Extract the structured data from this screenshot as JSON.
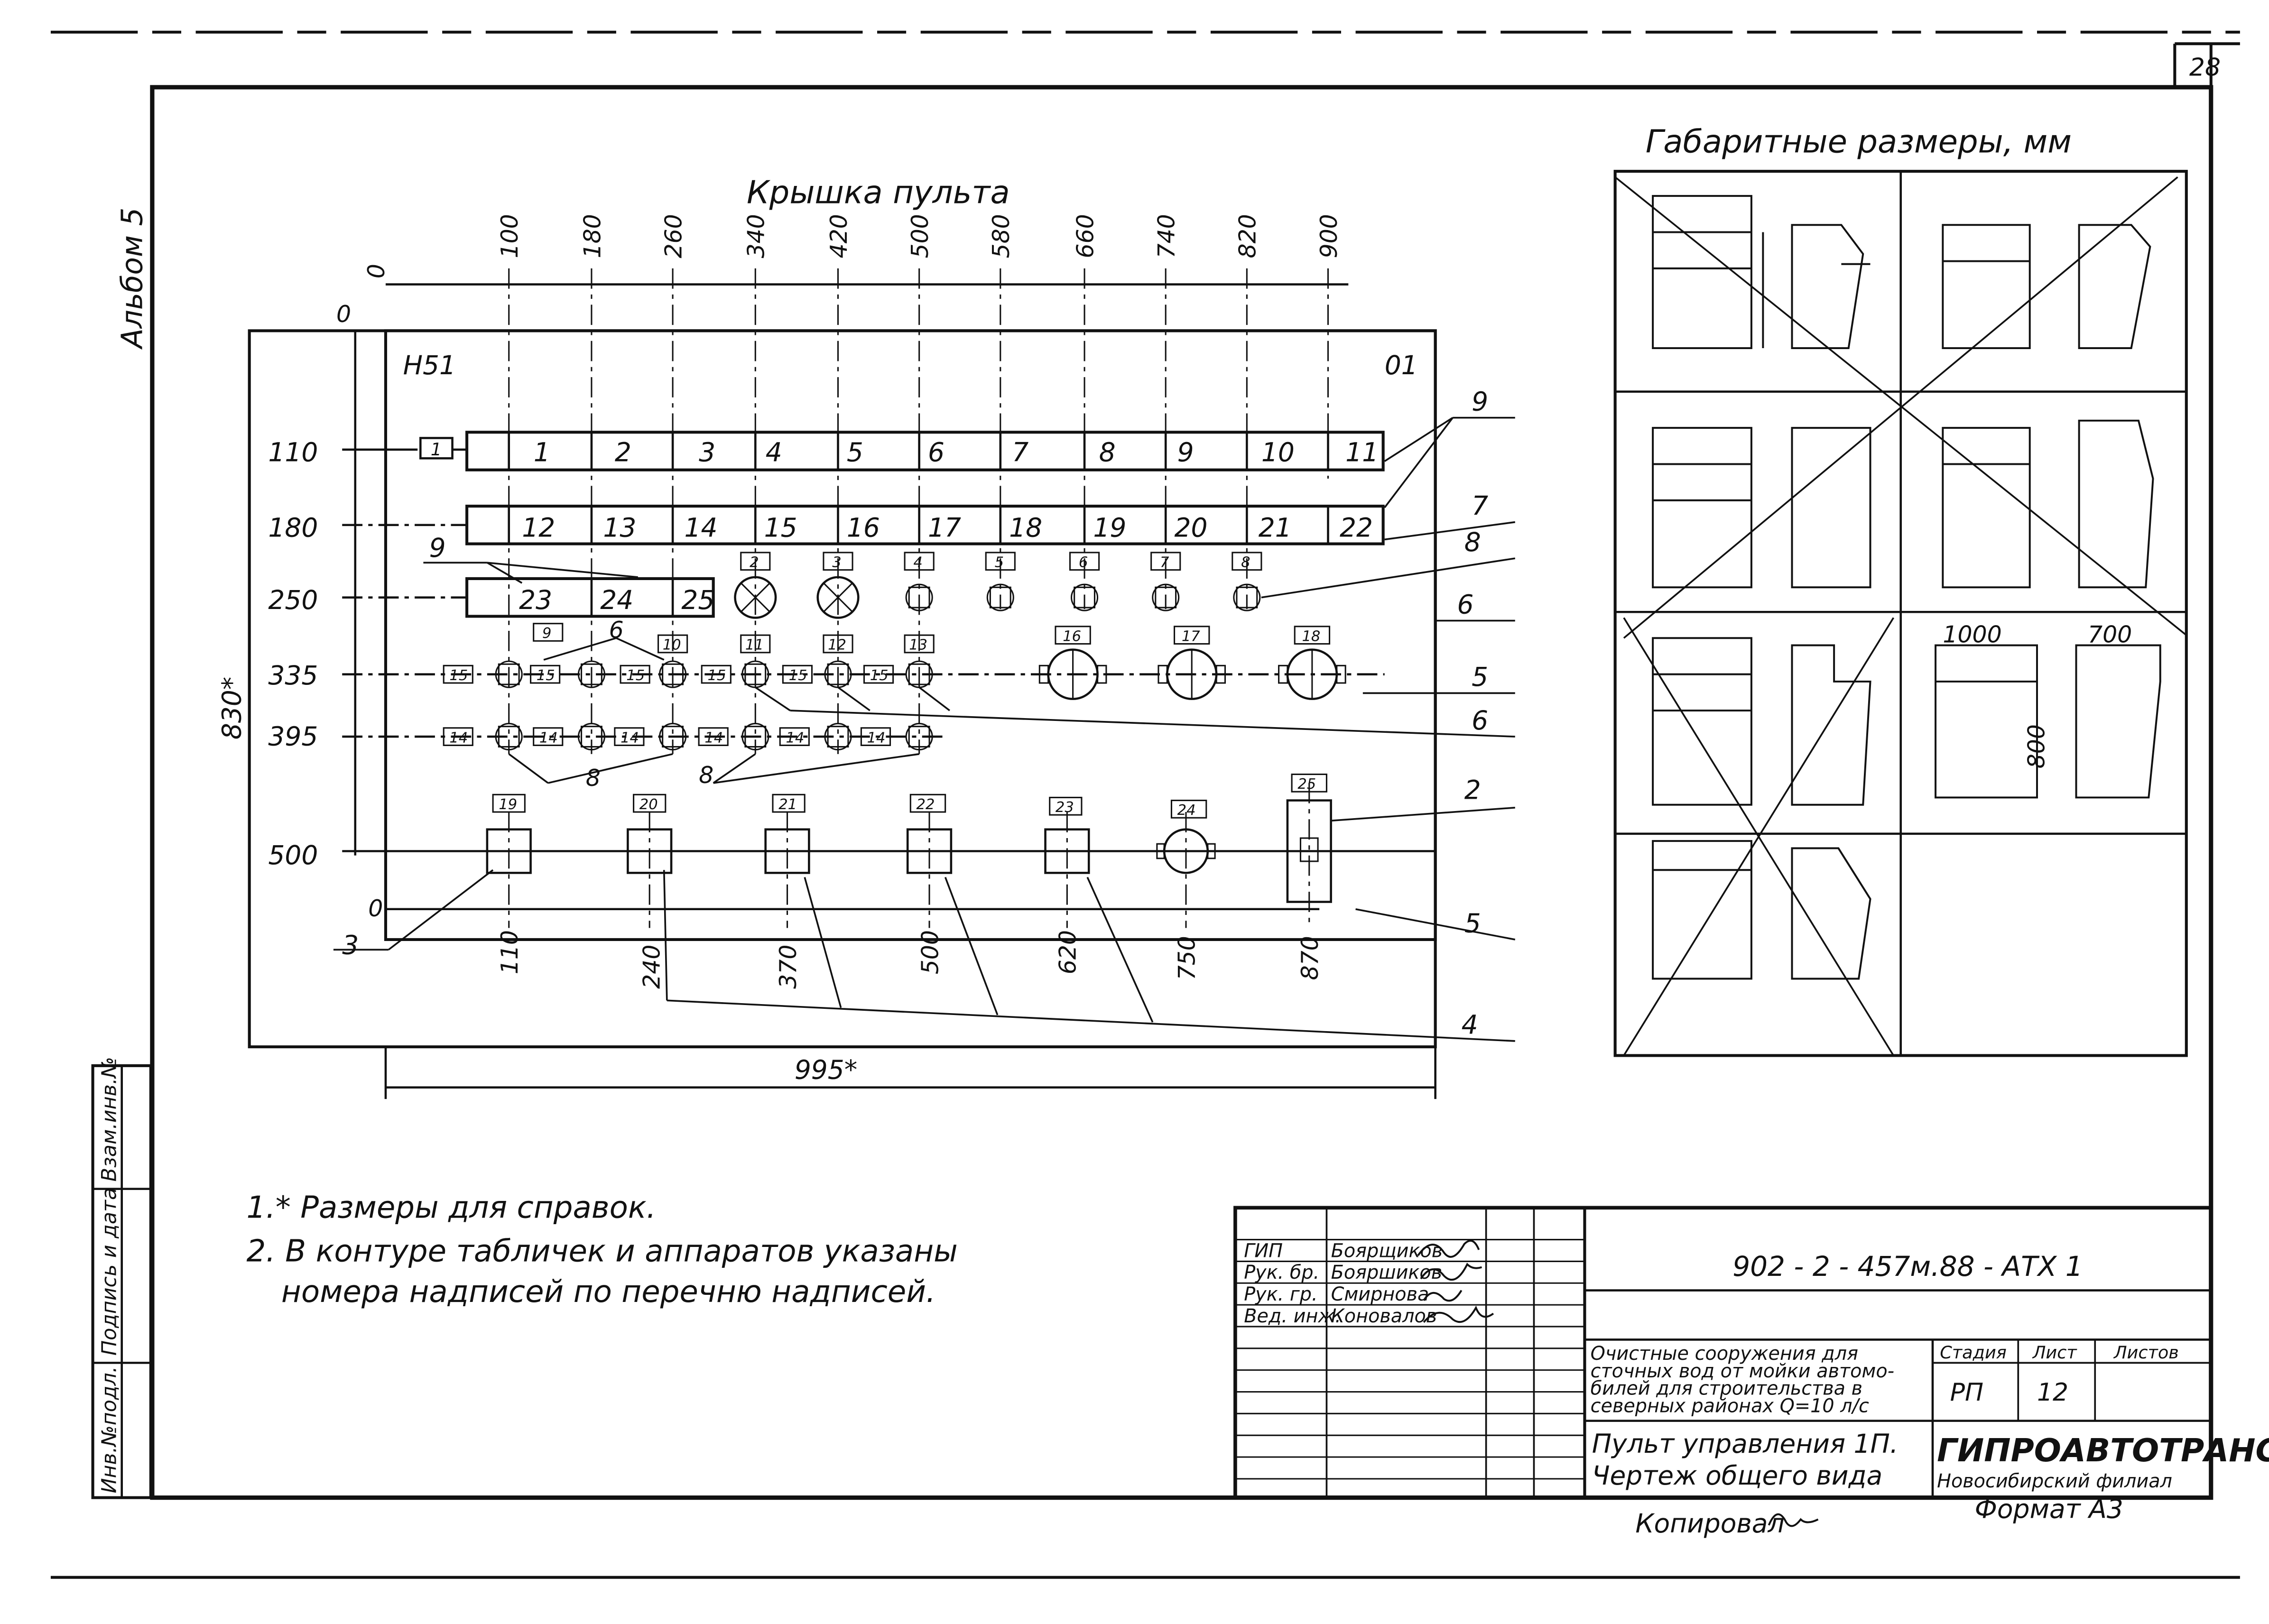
{
  "sheet_number": "28",
  "album_label": "Альбом 5",
  "panel": {
    "title": "Крышка пульта",
    "corner_left": "Н51",
    "corner_right": "01",
    "top_dims": [
      "0",
      "100",
      "180",
      "260",
      "340",
      "420",
      "500",
      "580",
      "660",
      "740",
      "820",
      "900"
    ],
    "left_zero": "0",
    "row_dims": [
      "110",
      "180",
      "250",
      "335",
      "395",
      "500"
    ],
    "height_dim": "830*",
    "width_dim": "995*",
    "bottom_zero": "0",
    "bottom_dims": [
      "110",
      "240",
      "370",
      "500",
      "620",
      "750",
      "870"
    ],
    "row1_small_label": "1",
    "row1_boxes": [
      "1",
      "2",
      "3",
      "4",
      "5",
      "6",
      "7",
      "8",
      "9",
      "10",
      "11"
    ],
    "row2_boxes": [
      "12",
      "13",
      "14",
      "15",
      "16",
      "17",
      "18",
      "19",
      "20",
      "21",
      "22"
    ],
    "row3_boxes": [
      "23",
      "24",
      "25"
    ],
    "row3_tags": [
      "2",
      "3",
      "4",
      "5",
      "6",
      "7",
      "8"
    ],
    "row4_upper_tags": [
      "9",
      "10",
      "11",
      "12",
      "13",
      "16",
      "17",
      "18"
    ],
    "row4_side_tags": [
      "15",
      "15",
      "15",
      "15",
      "15",
      "15"
    ],
    "row5_side_tags": [
      "14",
      "14",
      "14",
      "14",
      "14",
      "14"
    ],
    "row6_tags": [
      "19",
      "20",
      "21",
      "22",
      "23",
      "24",
      "25"
    ],
    "callouts": [
      "9",
      "7",
      "8",
      "6",
      "5",
      "6",
      "2",
      "5",
      "4",
      "3",
      "9",
      "6",
      "8",
      "8"
    ]
  },
  "dimensions_panel": {
    "title": "Габаритные размеры, мм",
    "dim_1000": "1000",
    "dim_700": "700",
    "dim_800": "800"
  },
  "notes": [
    "1.* Размеры для справок.",
    "2. В контуре табличек и аппаратов указаны",
    "номера надписей по перечню надписей."
  ],
  "left_strip": [
    "Инв.№подл.",
    "Подпись и дата",
    "Взам.инв.№"
  ],
  "title_block": {
    "doc_code": "902 - 2 - 457м.88 - АТХ 1",
    "roles": [
      "ГИП",
      "Рук. бр.",
      "Рук. гр.",
      "Вед. инж."
    ],
    "names": [
      "Боярщиков",
      "Бояршиков",
      "Смирнова",
      "Коновалов"
    ],
    "project": [
      "Очистные сооружения для",
      "сточных вод от мойки автомо-",
      "билей для строительства в",
      "северных районах  Q=10 л/с"
    ],
    "drawing_title": [
      "Пульт управления 1П.",
      "Чертеж общего вида"
    ],
    "stage_label": "Стадия",
    "sheet_label": "Лист",
    "sheets_label": "Листов",
    "stage_value": "РП",
    "sheet_value": "12",
    "organization": "ГИПРОАВТОТРАНС",
    "branch": "Новосибирский филиал"
  },
  "footer": {
    "copied": "Копировал",
    "format": "Формат А3"
  }
}
